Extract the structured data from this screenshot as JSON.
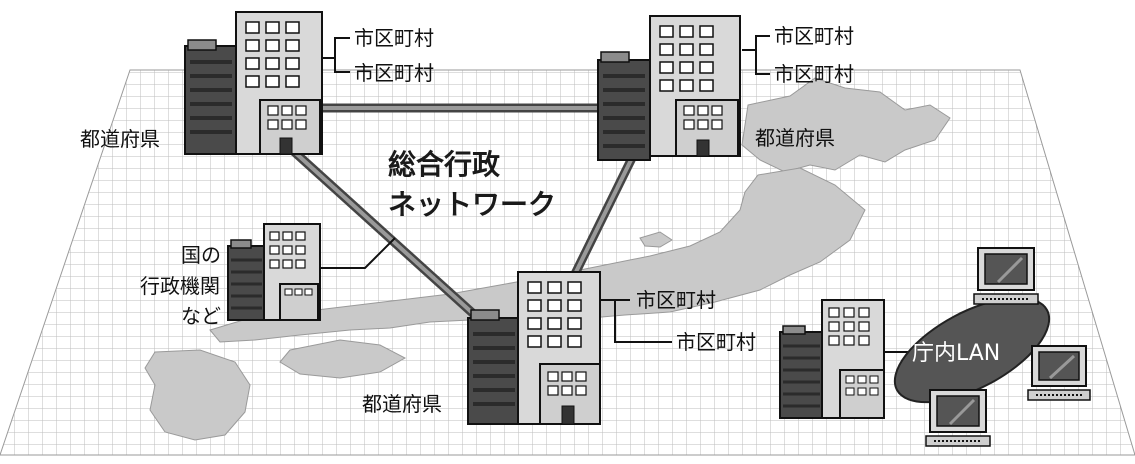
{
  "diagram": {
    "title_line1": "総合行政",
    "title_line2": "ネットワーク",
    "nodes": {
      "pref_top_left": {
        "label": "都道府県",
        "branches": [
          "市区町村",
          "市区町村"
        ]
      },
      "pref_top_right": {
        "label": "都道府県",
        "branches": [
          "市区町村",
          "市区町村"
        ]
      },
      "pref_center": {
        "label": "都道府県",
        "branches": [
          "市区町村",
          "市区町村"
        ]
      },
      "national": {
        "label_lines": [
          "国の",
          "行政機関",
          "など"
        ]
      },
      "lan": {
        "label": "庁内LAN"
      }
    }
  }
}
